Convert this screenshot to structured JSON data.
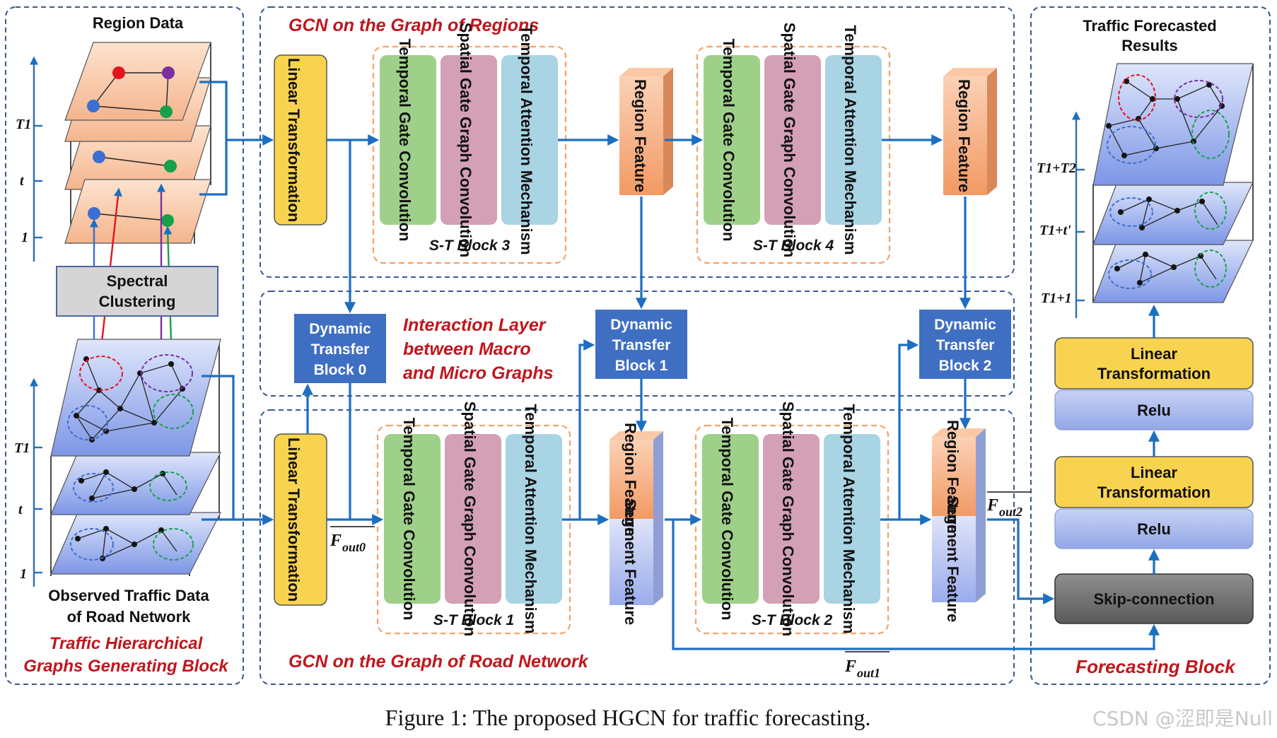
{
  "figure": {
    "caption": "Figure 1: The proposed HGCN for traffic forecasting.",
    "watermark": "CSDN @涩即是Null"
  },
  "left_panel": {
    "region_data_title": "Region Data",
    "spectral_clustering_line1": "Spectral",
    "spectral_clustering_line2": "Clustering",
    "observed_line1": "Observed Traffic Data",
    "observed_line2": "of Road Network",
    "block_title_line1": "Traffic Hierarchical",
    "block_title_line2": "Graphs Generating Block",
    "axis_top_labels": [
      "T1",
      "t",
      "1"
    ],
    "axis_bottom_labels": [
      "T1",
      "t",
      "1"
    ]
  },
  "regions_panel": {
    "title": "GCN on the Graph of Regions",
    "linear_transformation": "Linear Transformation",
    "block3": {
      "label": "S-T Block 3",
      "modules": [
        "Temporal Gate Convolution",
        "Spatial Gate Graph Convolution",
        "Temporal Attention Mechanism"
      ]
    },
    "region_feature_1": "Region Feature",
    "block4": {
      "label": "S-T  Block 4",
      "modules": [
        "Temporal Gate Convolution",
        "Spatial Gate Graph Convolution",
        "Temporal Attention Mechanism"
      ]
    },
    "region_feature_2": "Region Feature"
  },
  "interaction_panel": {
    "title_line1": "Interaction Layer",
    "title_line2": "between Macro",
    "title_line3": "and Micro Graphs",
    "dtb0": [
      "Dynamic",
      "Transfer",
      "Block 0"
    ],
    "dtb1": [
      "Dynamic",
      "Transfer",
      "Block 1"
    ],
    "dtb2": [
      "Dynamic",
      "Transfer",
      "Block 2"
    ]
  },
  "road_panel": {
    "title": "GCN on the Graph of Road Network",
    "linear_transformation": "Linear Transformation",
    "block1": {
      "label": "S-T  Block 1",
      "modules": [
        "Temporal Gate Convolution",
        "Spatial Gate Graph Convolution",
        "Temporal Attention Mechanism"
      ]
    },
    "block2": {
      "label": "S-T  Block 2",
      "modules": [
        "Temporal Gate Convolution",
        "Spatial Gate Graph Convolution",
        "Temporal Attention Mechanism"
      ]
    },
    "region_feature": "Region Feature",
    "segment_feature": "Segment Feature",
    "fout0": "F",
    "fout0_sub": "out0",
    "fout1": "F",
    "fout1_sub": "out1",
    "fout2": "F",
    "fout2_sub": "out2"
  },
  "forecast_panel": {
    "title_line1": "Traffic Forecasted",
    "title_line2": "Results",
    "axis_labels": [
      "T1+T2",
      "T1+t'",
      "T1+1"
    ],
    "linear_transformation_1": [
      "Linear",
      "Transformation"
    ],
    "relu_1": "Relu",
    "linear_transformation_2": [
      "Linear",
      "Transformation"
    ],
    "relu_2": "Relu",
    "skip_connection": "Skip-connection",
    "block_title": "Forecasting Block"
  },
  "colors": {
    "accent_blue": "#1c6fc0",
    "dtb_fill": "#3f6fc2",
    "linear_yellow": "#f8d34f",
    "temporal_green": "#9fd08a",
    "spatial_pink": "#d3a0b5",
    "attention_blue": "#a9d4e4",
    "region_orange": "#f4a878",
    "segment_lavender": "#a9b8ea",
    "title_red": "#c0161d",
    "panel_border": "#3b5a8f"
  }
}
